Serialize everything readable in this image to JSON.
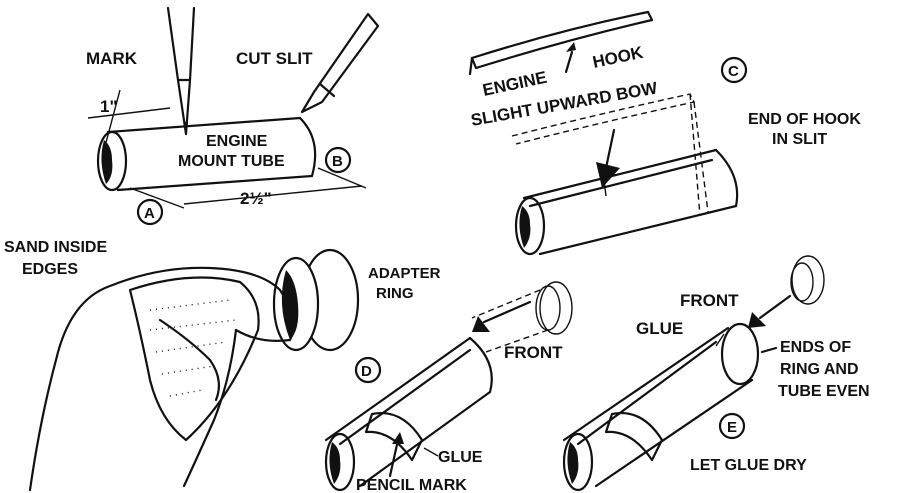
{
  "labels": {
    "mark": "MARK",
    "cut_slit": "CUT SLIT",
    "one_inch": "1\"",
    "engine_mount_tube_1": "ENGINE",
    "engine_mount_tube_2": "MOUNT TUBE",
    "two_half_inch": "2½\"",
    "step_a": "A",
    "step_b": "B",
    "engine_hook_1": "ENGINE",
    "engine_hook_2": "HOOK",
    "slight_upward_bow": "SLIGHT UPWARD BOW",
    "step_c": "C",
    "end_of_hook_1": "END OF HOOK",
    "end_of_hook_2": "IN SLIT",
    "sand_inside_1": "SAND INSIDE",
    "sand_inside_2": "EDGES",
    "adapter_ring_1": "ADAPTER",
    "adapter_ring_2": "RING",
    "front_d": "FRONT",
    "step_d": "D",
    "glue_d": "GLUE",
    "pencil_mark": "PENCIL MARK",
    "front_e": "FRONT",
    "glue_e": "GLUE",
    "ends_even_1": "ENDS OF",
    "ends_even_2": "RING AND",
    "ends_even_3": "TUBE EVEN",
    "step_e": "E",
    "let_glue_dry": "LET GLUE DRY"
  },
  "colors": {
    "ink": "#111111",
    "paper": "#ffffff"
  }
}
